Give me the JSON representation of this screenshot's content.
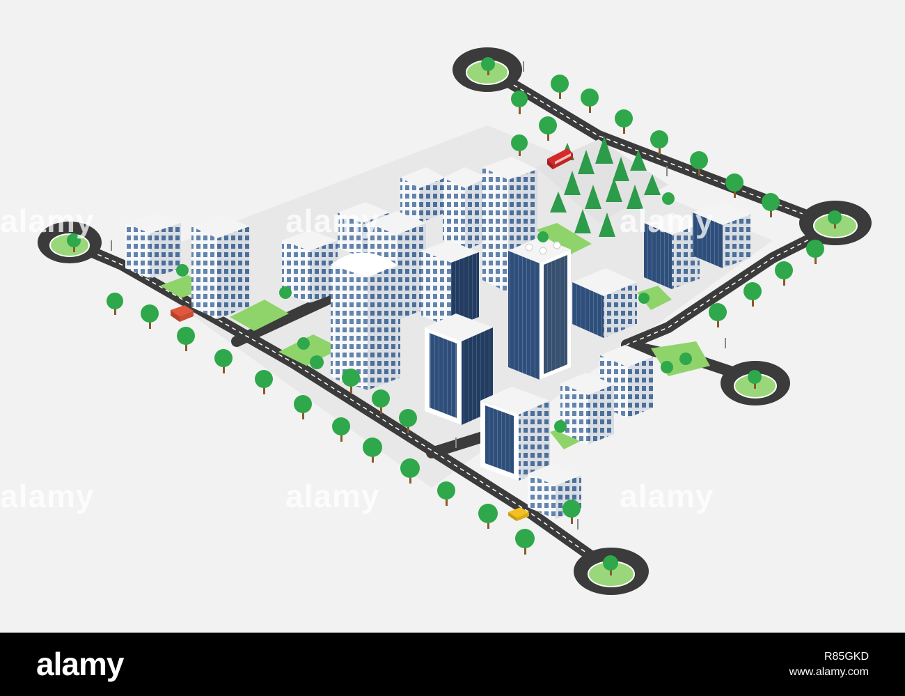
{
  "watermark": {
    "text": "alamy"
  },
  "footer": {
    "brand": "alamy",
    "image_id": "R85GKD",
    "site": "www.alamy.com"
  },
  "colors": {
    "road": "#3d3d3d",
    "sidewalk": "#e6e6e6",
    "grass": "#8fd46a",
    "tree": "#2ea84a",
    "trunk": "#8a5a2b",
    "building_face": "#ffffff",
    "building_side": "#d9dde3",
    "window": "#5a7ea8",
    "glass_tower": "#2f4f7a"
  }
}
